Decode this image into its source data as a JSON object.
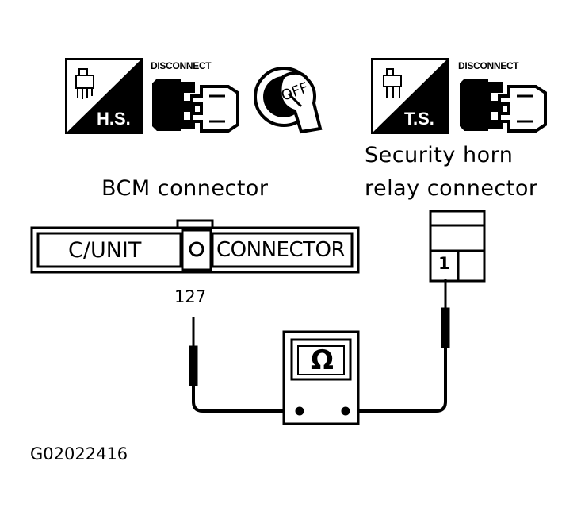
{
  "icons": {
    "hs_text": "H.S.",
    "ts_text": "T.S.",
    "off_text": "OFF",
    "disconnect_label_1": "DISCONNECT",
    "disconnect_label_2": "DISCONNECT"
  },
  "labels": {
    "bcm_connector": "BCM connector",
    "security_horn_line1": "Security horn",
    "security_horn_line2": "relay connector",
    "c_unit": "C/UNIT",
    "connector": "CONNECTOR",
    "terminal_127": "127",
    "terminal_1": "1",
    "ohm_symbol": "Ω",
    "figure_id": "G02022416"
  },
  "colors": {
    "ink": "#000000",
    "paper": "#ffffff"
  }
}
